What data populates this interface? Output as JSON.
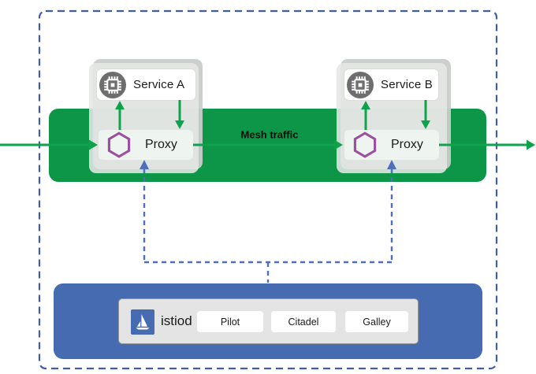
{
  "mesh": {
    "traffic_label": "Mesh traffic",
    "services": [
      {
        "name": "Service A",
        "proxy_label": "Proxy"
      },
      {
        "name": "Service B",
        "proxy_label": "Proxy"
      }
    ]
  },
  "control_plane": {
    "name": "istiod",
    "components": [
      {
        "label": "Pilot"
      },
      {
        "label": "Citadel"
      },
      {
        "label": "Galley"
      }
    ]
  },
  "icons": {
    "service": "microchip-icon",
    "proxy": "hexagon-icon",
    "istiod": "istio-sailboat-icon"
  },
  "colors": {
    "mesh_band_green": "#0d9648",
    "arrow_green": "#0fa24d",
    "istio_blue": "#466bb0",
    "boundary_dash_blue": "#3f5ca8",
    "connector_dash_blue": "#4e6fbb",
    "hexagon_purple": "#9c4f9f",
    "chip_circle_gray": "#6e6e6e",
    "container_gray": "#e5e7e5"
  }
}
